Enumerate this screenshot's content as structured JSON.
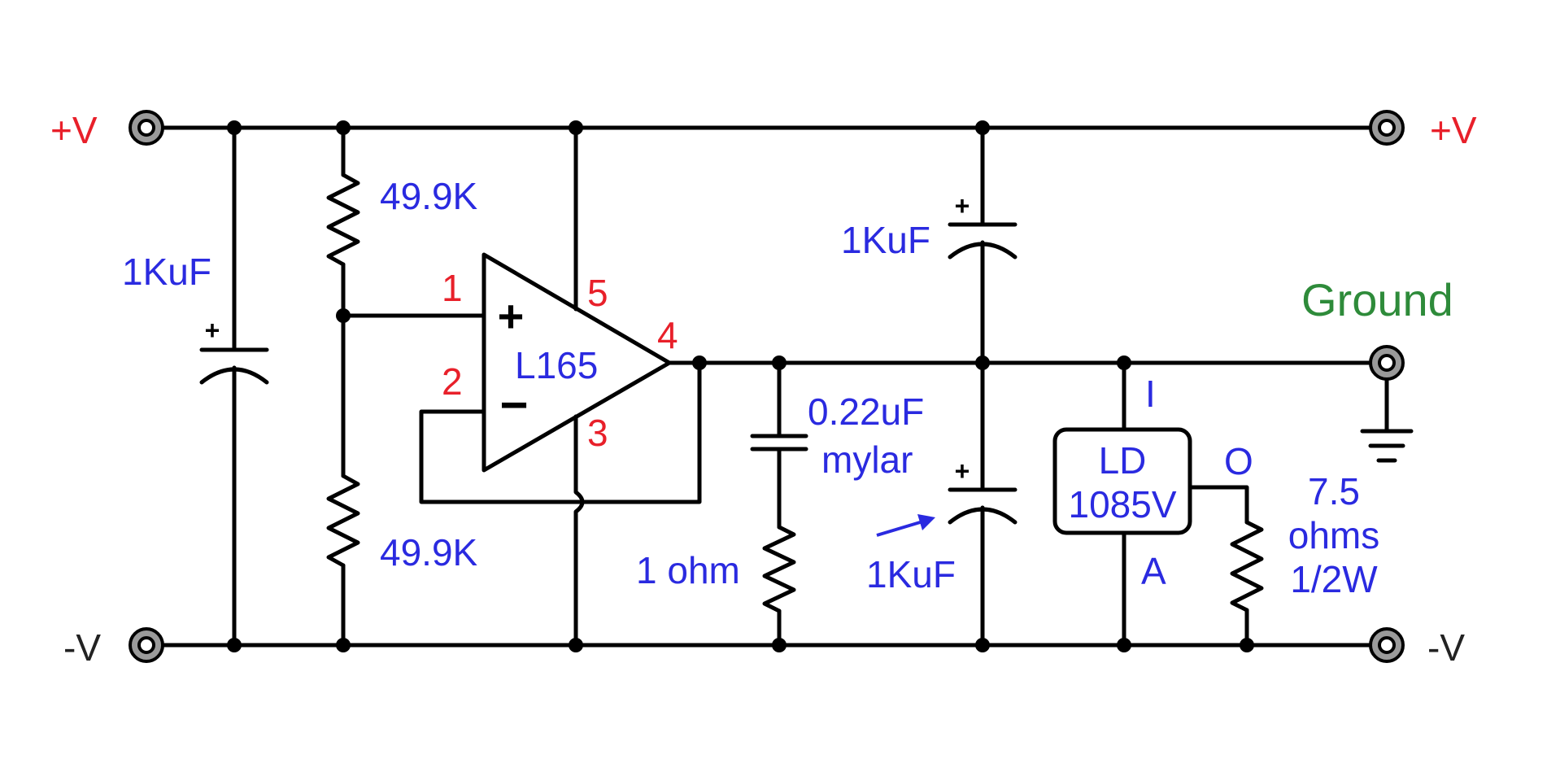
{
  "terminals": {
    "plus_v_left": "+V",
    "plus_v_right": "+V",
    "minus_v_left": "-V",
    "minus_v_right": "-V",
    "ground": "Ground"
  },
  "components": {
    "cap_left": "1KuF",
    "res_top": "49.9K",
    "res_bottom": "49.9K",
    "opamp": "L165",
    "cap_top_right": "1KuF",
    "cap_film_value": "0.22uF",
    "cap_film_type": "mylar",
    "res_1ohm": "1 ohm",
    "cap_bottom_right": "1KuF",
    "regulator_line1": "LD",
    "regulator_line2": "1085V",
    "res_load_line1": "7.5",
    "res_load_line2": "ohms",
    "res_load_line3": "1/2W"
  },
  "pins": {
    "opamp_in_plus": "1",
    "opamp_in_minus": "2",
    "opamp_neg_supply": "3",
    "opamp_out": "4",
    "opamp_pos_supply": "5",
    "reg_in": "I",
    "reg_out": "O",
    "reg_adj": "A"
  },
  "symbols": {
    "plus": "+",
    "minus": "−",
    "cap_plus": "+"
  },
  "colors": {
    "label_blue": "#2a2ae0",
    "pin_red": "#e8202a",
    "ground_green": "#2e8b3a",
    "wire": "#000000"
  }
}
